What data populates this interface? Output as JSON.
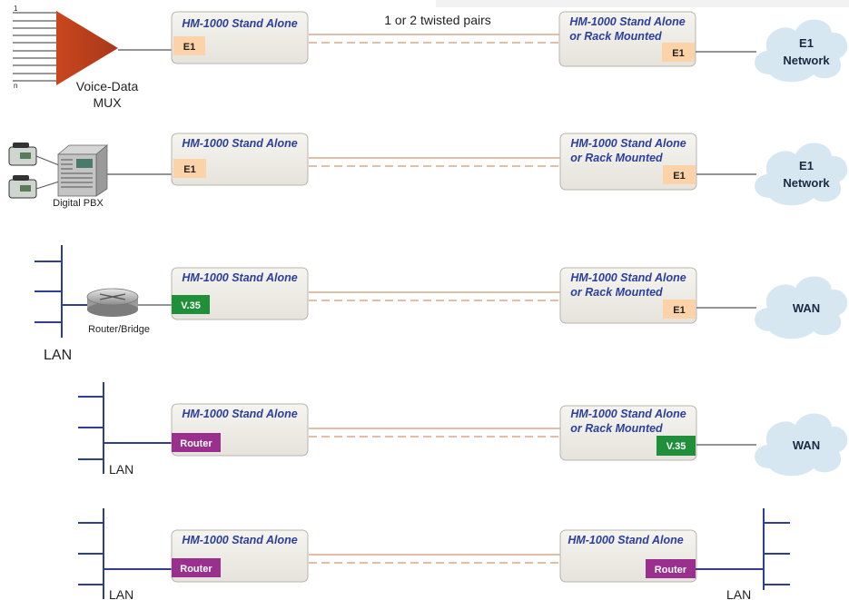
{
  "link_label": "1 or 2 twisted pairs",
  "box_titles": {
    "standalone": "HM-1000 Stand Alone",
    "rack_line1": "HM-1000 Stand Alone",
    "rack_line2": "or Rack Mounted"
  },
  "colors": {
    "e1_port": "#fcd3a8",
    "v35_port": "#1f8f3a",
    "router_port": "#9a2f8e",
    "lan_bus": "#2c3f95",
    "copper_line": "#d9a889",
    "cloud": "#d7e7f1"
  },
  "rows": [
    {
      "left_device": {
        "label_line1": "Voice-Data",
        "label_line2": "MUX",
        "mux_top": "1",
        "mux_bottom": "n"
      },
      "local_port": "E1",
      "remote_port": "E1",
      "cloud_line1": "E1",
      "cloud_line2": "Network"
    },
    {
      "left_device": {
        "label": "Digital PBX"
      },
      "local_port": "E1",
      "remote_port": "E1",
      "cloud_line1": "E1",
      "cloud_line2": "Network"
    },
    {
      "left_device": {
        "label": "Router/Bridge",
        "lan_label": "LAN"
      },
      "local_port": "V.35",
      "remote_port": "E1",
      "cloud_line1": "WAN"
    },
    {
      "left_device": {
        "lan_label": "LAN"
      },
      "local_port": "Router",
      "remote_port": "V.35",
      "cloud_line1": "WAN"
    },
    {
      "left_device": {
        "lan_label": "LAN"
      },
      "local_port": "Router",
      "remote_port": "Router",
      "right_lan_label": "LAN"
    }
  ]
}
